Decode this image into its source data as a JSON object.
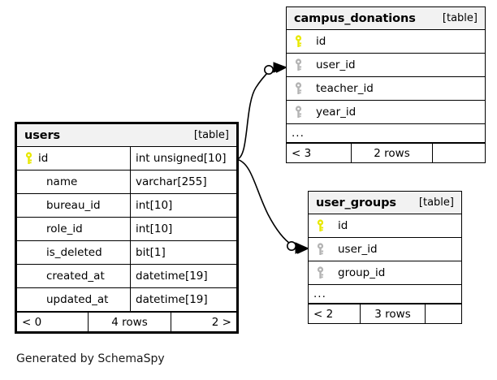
{
  "diagram": {
    "generator_credit": "Generated by SchemaSpy",
    "table_tag": "[table]",
    "ellipsis": "...",
    "colors": {
      "primary_key": "#e8e800",
      "foreign_key": "#b3b3b3",
      "header_bg": "#f2f2f2",
      "border": "#000000",
      "background": "#ffffff"
    }
  },
  "tables": [
    {
      "id": "users",
      "name": "users",
      "tag": "[table]",
      "emphasis": true,
      "columns": [
        {
          "key": "primary-key",
          "name": "id",
          "type": "int unsigned[10]"
        },
        {
          "key": "none",
          "name": "name",
          "type": "varchar[255]"
        },
        {
          "key": "none",
          "name": "bureau_id",
          "type": "int[10]"
        },
        {
          "key": "none",
          "name": "role_id",
          "type": "int[10]"
        },
        {
          "key": "none",
          "name": "is_deleted",
          "type": "bit[1]"
        },
        {
          "key": "none",
          "name": "created_at",
          "type": "datetime[19]"
        },
        {
          "key": "none",
          "name": "updated_at",
          "type": "datetime[19]"
        }
      ],
      "has_ellipsis": false,
      "footer": {
        "left": "< 0",
        "center": "4 rows",
        "right": "2 >"
      }
    },
    {
      "id": "campus_donations",
      "name": "campus_donations",
      "tag": "[table]",
      "emphasis": false,
      "columns": [
        {
          "key": "primary-key",
          "name": "id",
          "type": ""
        },
        {
          "key": "foreign-key",
          "name": "user_id",
          "type": ""
        },
        {
          "key": "foreign-key",
          "name": "teacher_id",
          "type": ""
        },
        {
          "key": "foreign-key",
          "name": "year_id",
          "type": ""
        }
      ],
      "has_ellipsis": true,
      "footer": {
        "left": "< 3",
        "center": "2 rows",
        "right": ""
      }
    },
    {
      "id": "user_groups",
      "name": "user_groups",
      "tag": "[table]",
      "emphasis": false,
      "columns": [
        {
          "key": "primary-key",
          "name": "id",
          "type": ""
        },
        {
          "key": "foreign-key",
          "name": "user_id",
          "type": ""
        },
        {
          "key": "foreign-key",
          "name": "group_id",
          "type": ""
        }
      ],
      "has_ellipsis": true,
      "footer": {
        "left": "< 2",
        "center": "3 rows",
        "right": ""
      }
    }
  ],
  "relationships": [
    {
      "id": "users-to-campus_donations",
      "from_table": "users",
      "from_column": "id",
      "to_table": "campus_donations",
      "to_column": "user_id",
      "from_cardinality": "one",
      "to_cardinality": "zero-or-many"
    },
    {
      "id": "users-to-user_groups",
      "from_table": "users",
      "from_column": "id",
      "to_table": "user_groups",
      "to_column": "user_id",
      "from_cardinality": "one",
      "to_cardinality": "zero-or-many"
    }
  ]
}
